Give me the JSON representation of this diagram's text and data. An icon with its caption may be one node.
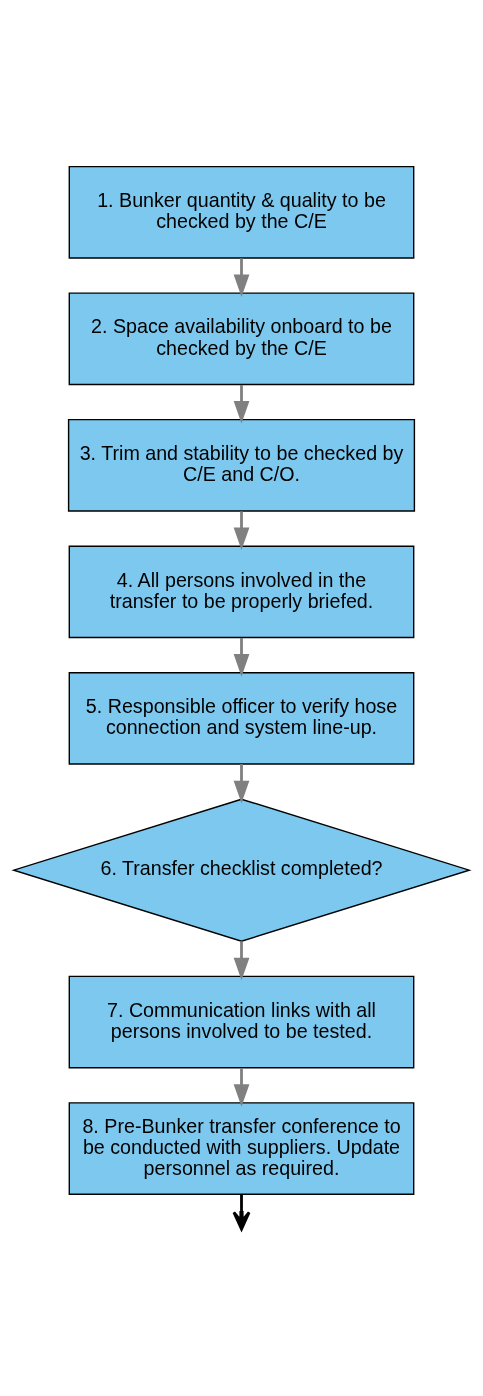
{
  "diagram": {
    "nodes": [
      {
        "text": [
          "1. Bunker quantity & quality to be checked by the C/E"
        ]
      },
      {
        "text": [
          "2. Space availability onboard to be checked by the C/E"
        ]
      },
      {
        "text": [
          "3. Trim and stability to be checked by C/E and C/O."
        ]
      },
      {
        "text": [
          "4. All persons involved in the transfer to be properly briefed."
        ]
      },
      {
        "text": [
          "5. Responsible officer to verify hose connection and system line-up."
        ]
      },
      {
        "text": [
          "6. Transfer checklist completed?"
        ]
      },
      {
        "text": [
          "7. Communication links with all persons involved to be tested."
        ]
      },
      {
        "text": [
          "8. Pre-Bunker transfer conference to be conducted with suppliers. Update personnel as required."
        ]
      }
    ],
    "edges": [
      {
        "from": 0,
        "to": 1,
        "arrow": "to"
      },
      {
        "from": 1,
        "to": 2,
        "arrow": "to"
      },
      {
        "from": 2,
        "to": 3,
        "arrow": "to"
      },
      {
        "from": 3,
        "to": 4,
        "arrow": "to"
      },
      {
        "from": 4,
        "to": 5,
        "arrow": "to"
      },
      {
        "from": 5,
        "to": 6,
        "arrow": "to"
      },
      {
        "from": 6,
        "to": 7,
        "arrow": "to"
      },
      {
        "from": 7,
        "to": null,
        "arrow": "to",
        "color": "#000000"
      }
    ]
  }
}
